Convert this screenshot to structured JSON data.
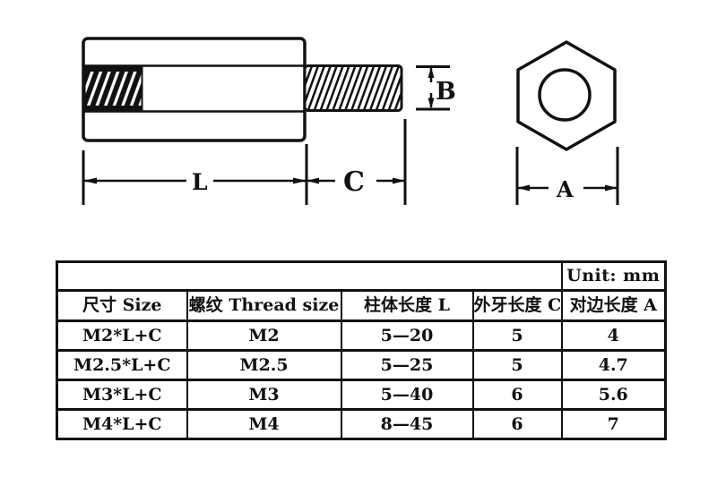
{
  "drawing": {
    "side_view_labels": {
      "stud_diameter": "B",
      "body_length": "L",
      "stud_length": "C"
    },
    "end_view_labels": {
      "across_flats": "A"
    }
  },
  "table": {
    "unit_label": "Unit: mm",
    "headers": [
      "尺寸 Size",
      "螺纹 Thread size",
      "柱体长度 L",
      "外牙长度 C",
      "对边长度 A"
    ],
    "rows": [
      [
        "M2*L+C",
        "M2",
        "5—20",
        "5",
        "4"
      ],
      [
        "M2.5*L+C",
        "M2.5",
        "5—25",
        "5",
        "4.7"
      ],
      [
        "M3*L+C",
        "M3",
        "5—40",
        "6",
        "5.6"
      ],
      [
        "M4*L+C",
        "M4",
        "8—45",
        "6",
        "7"
      ]
    ]
  }
}
